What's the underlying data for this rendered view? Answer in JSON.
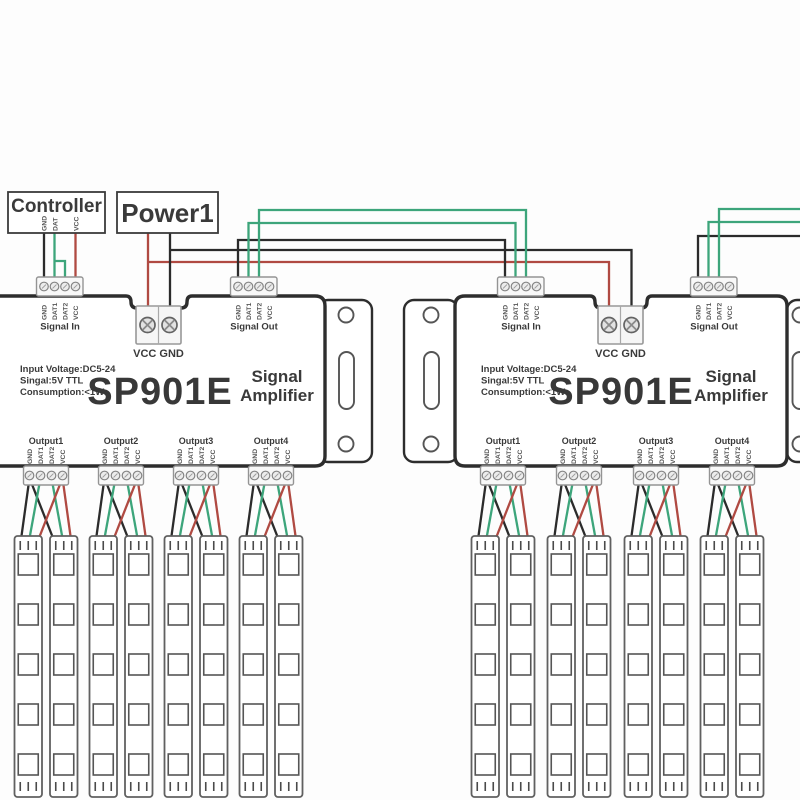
{
  "diagram": {
    "controller": {
      "label": "Controller",
      "pins": [
        "GND",
        "DAT",
        "VCC"
      ]
    },
    "power": {
      "label": "Power1"
    },
    "amplifier": {
      "model": "SP901E",
      "title_line1": "Signal",
      "title_line2": "Amplifier",
      "spec_line1": "Input Voltage:DC5-24",
      "spec_line2": "Singal:5V TTL",
      "spec_line3": "Consumption:<1W",
      "signal_in_label": "Signal In",
      "signal_out_label": "Signal Out",
      "power_terminal_label": "VCC GND",
      "pin_labels": [
        "GND",
        "DAT1",
        "DAT2",
        "VCC"
      ],
      "output_labels": [
        "Output1",
        "Output2",
        "Output3",
        "Output4"
      ]
    },
    "colors": {
      "wire_black": "#2b2b2b",
      "wire_green": "#3da57b",
      "wire_red": "#b04a42",
      "outline": "#2d2d2d"
    }
  }
}
